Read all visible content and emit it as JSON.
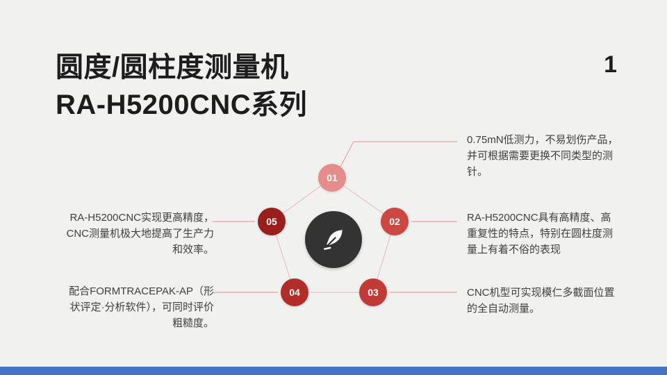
{
  "slide": {
    "title_line1": "圆度/圆柱度测量机",
    "title_line2": "RA-H5200CNC系列",
    "page_number": "1",
    "footer_bar_color": "#4472C4",
    "background_color": "#f1f1ef"
  },
  "diagram": {
    "center_icon": "quill-icon",
    "center_circle_color": "#333333",
    "connector_color": "#e2a5a2",
    "items": [
      {
        "number": "01",
        "color": "#E68C8A",
        "text": "0.75mN低测力，不易划伤产品，并可根据需要更换不同类型的测针。"
      },
      {
        "number": "02",
        "color": "#CC4742",
        "text": "RA-H5200CNC具有高精度、高重复性的特点，特别在圆柱度测量上有着不俗的表现"
      },
      {
        "number": "03",
        "color": "#C13A36",
        "text": "CNC机型可实现模仁多截面位置的全自动测量。"
      },
      {
        "number": "04",
        "color": "#B22D2A",
        "text": "配合FORMTRACEPAK-AP（形状评定·分析软件），可同时评价粗糙度。"
      },
      {
        "number": "05",
        "color": "#9A1E1C",
        "text": "RA-H5200CNC实现更高精度，CNC测量机极大地提高了生产力和效率。"
      }
    ]
  }
}
